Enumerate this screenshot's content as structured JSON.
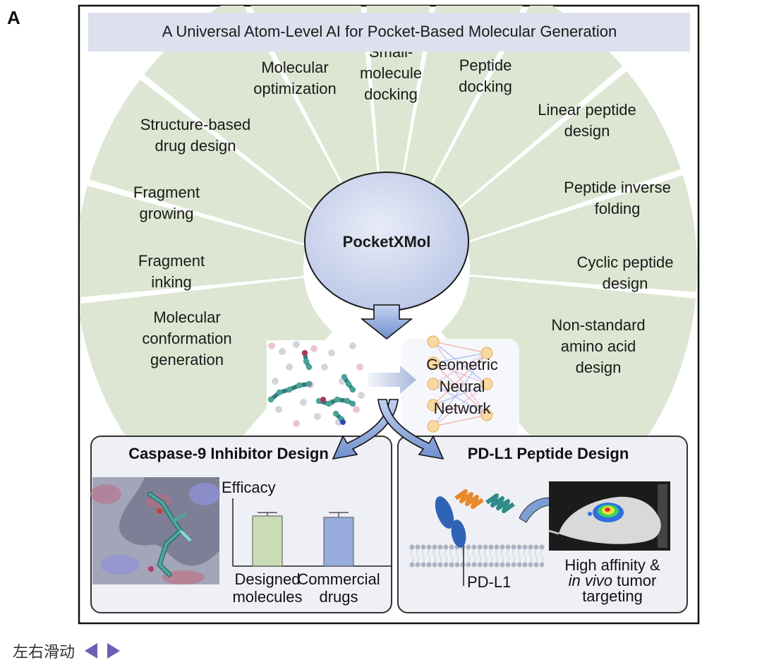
{
  "panel_letter": "A",
  "title": "A Universal Atom-Level AI for Pocket-Based Molecular Generation",
  "center_label": "PocketXMol",
  "segments": [
    {
      "lines": [
        "Molecular",
        "optimization"
      ]
    },
    {
      "lines": [
        "Small-",
        "molecule",
        "docking"
      ]
    },
    {
      "lines": [
        "Peptide",
        "docking"
      ]
    },
    {
      "lines": [
        "Linear peptide",
        "design"
      ]
    },
    {
      "lines": [
        "Peptide inverse",
        "folding"
      ]
    },
    {
      "lines": [
        "Cyclic peptide",
        "design"
      ]
    },
    {
      "lines": [
        "Non-standard",
        "amino acid",
        "design"
      ]
    },
    {
      "lines": [
        "Structure-based",
        "drug design"
      ]
    },
    {
      "lines": [
        "Fragment",
        "growing"
      ]
    },
    {
      "lines": [
        "Fragment",
        "inking"
      ]
    },
    {
      "lines": [
        "Molecular",
        "conformation",
        "generation"
      ]
    }
  ],
  "network_label": [
    "Geometric",
    "Neural",
    "Network"
  ],
  "left_panel": {
    "title": "Caspase-9 Inhibitor Design",
    "chart_data": {
      "type": "bar",
      "ylabel": "Efficacy",
      "categories": [
        [
          "Designed",
          "molecules"
        ],
        [
          "Commercial",
          "drugs"
        ]
      ],
      "values": [
        0.74,
        0.72
      ],
      "errors": [
        0.05,
        0.07
      ],
      "ylim": [
        0,
        1
      ],
      "colors": [
        "#c9dcb4",
        "#97acdc"
      ]
    }
  },
  "right_panel": {
    "title": "PD-L1 Peptide Design",
    "protein_label": "PD-L1",
    "caption_line1": "High affinity &",
    "caption_line2_italic": "in vivo",
    "caption_line2_rest": " tumor",
    "caption_line3": "targeting"
  },
  "footer": {
    "text": "左右滑动",
    "left_icon": "triangle-left-icon",
    "right_icon": "triangle-right-icon"
  },
  "colors": {
    "wheel": "#dde6d2",
    "title_bar": "#dde0ee",
    "center_ellipse": "#cfd8ee",
    "arrow": "#8aa6d8",
    "panel_bg": "#eef0f6"
  }
}
